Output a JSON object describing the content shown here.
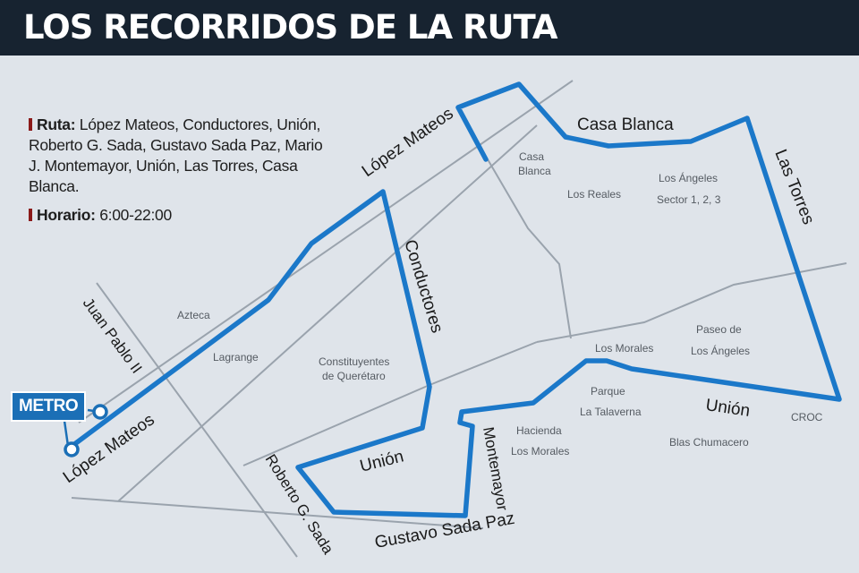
{
  "title": "LOS RECORRIDOS DE LA RUTA",
  "info": {
    "route_label": "Ruta:",
    "route_text": "López Mateos, Conductores, Unión, Roberto G. Sada, Gustavo Sada Paz, Mario J. Montemayor, Unión, Las Torres, Casa Blanca.",
    "schedule_label": "Horario:",
    "schedule_text": "6:00-22:00"
  },
  "metro_label": "METRO",
  "streets": {
    "lopez_mateos_top": "López Mateos",
    "lopez_mateos_bottom": "López Mateos",
    "conductores": "Conductores",
    "casa_blanca": "Casa Blanca",
    "las_torres": "Las Torres",
    "juan_pablo": "Juan Pablo II",
    "union_left": "Unión",
    "union_right": "Unión",
    "roberto_sada": "Roberto G. Sada",
    "gustavo_sada": "Gustavo Sada Paz",
    "montemayor": "Montemayor"
  },
  "neighborhoods": {
    "azteca": "Azteca",
    "lagrange": "Lagrange",
    "constituyentes_1": "Constituyentes",
    "constituyentes_2": "de Querétaro",
    "casa_blanca_1": "Casa",
    "casa_blanca_2": "Blanca",
    "los_reales": "Los Reales",
    "los_angeles_1": "Los Ángeles",
    "los_angeles_2": "Sector 1, 2, 3",
    "paseo_1": "Paseo de",
    "paseo_2": "Los Ángeles",
    "los_morales": "Los Morales",
    "parque_1": "Parque",
    "parque_2": "La Talaverna",
    "hacienda_1": "Hacienda",
    "hacienda_2": "Los Morales",
    "croc": "CROC",
    "blas": "Blas Chumacero"
  },
  "colors": {
    "route": "#1b78c9",
    "street_line": "#9aa3ad",
    "background": "#dfe4ea",
    "title_bar": "#172330",
    "bullet": "#8b1a1a",
    "metro_badge": "#1b6fb6"
  }
}
